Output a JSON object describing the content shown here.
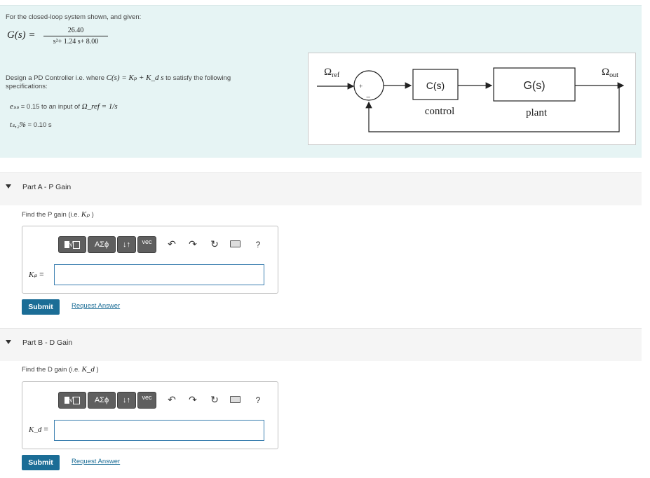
{
  "problem": {
    "intro": "For the closed-loop system shown, and given:",
    "gs_label": "G(s) =",
    "gs_numerator": "26.40",
    "gs_denominator": "s²+ 1.24 s+ 8.00",
    "design_prefix": "Design a PD Controller i.e. where",
    "design_math": "C(s) = Kₚ + K_d s",
    "design_suffix": "to satisfy the following specifications:",
    "spec1_symbol": "eₛₛ",
    "spec1_text": "= 0.15 to an input of",
    "spec1_math": "Ω_ref = 1/s",
    "spec2_symbol": "tₛ,₂%",
    "spec2_text": "= 0.10 s"
  },
  "diagram": {
    "input_label": "Ωref",
    "output_label": "Ωout",
    "plus_sign": "+",
    "minus_sign": "−",
    "block1_label": "C(s)",
    "block1_caption": "control",
    "block2_label": "G(s)",
    "block2_caption": "plant"
  },
  "toolbar": {
    "templates_icon": "template-radical-icon",
    "greek_label": "ΑΣϕ",
    "arrows_icon": "up-down-arrows-icon",
    "vec_label": "vec",
    "undo_icon": "undo-icon",
    "redo_icon": "redo-icon",
    "reset_icon": "reset-icon",
    "keyboard_icon": "keyboard-icon",
    "help_label": "?"
  },
  "partA": {
    "title": "Part A - P Gain",
    "find_prefix": "Find the P gain (i.e.",
    "find_symbol": "Kₚ",
    "find_suffix": ")",
    "var_label": "Kₚ",
    "equals": "=",
    "input_value": "",
    "submit_label": "Submit",
    "request_label": "Request Answer"
  },
  "partB": {
    "title": "Part B - D Gain",
    "find_prefix": "Find the D gain (i.e.",
    "find_symbol": "K_d",
    "find_suffix": ")",
    "var_label": "K_d",
    "equals": "=",
    "input_value": "",
    "submit_label": "Submit",
    "request_label": "Request Answer"
  },
  "colors": {
    "problem_bg": "#e6f4f4",
    "submit_bg": "#1b6d96",
    "link": "#1b6d96",
    "input_border": "#3b7fb0"
  }
}
